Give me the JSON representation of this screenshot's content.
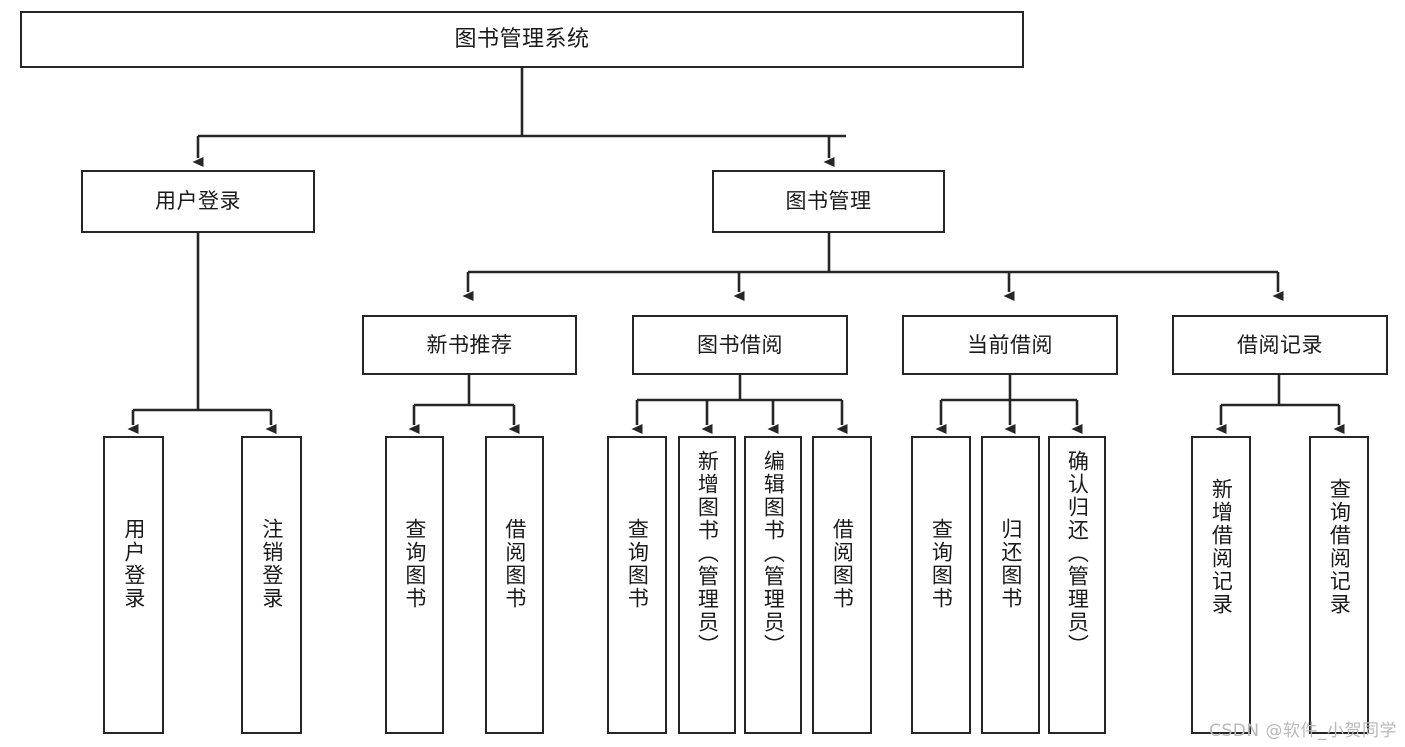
{
  "diagram": {
    "title": "图书管理系统",
    "type": "hierarchy-tree",
    "watermark": "CSDN @软件_小贺同学",
    "colors": {
      "node_border": "#262626",
      "node_fill": "#ffffff",
      "edge": "#262626",
      "text": "#1a1a1a",
      "watermark": "#b9b9b9",
      "background": "#ffffff"
    },
    "levels": [
      {
        "level": 1,
        "nodes": [
          {
            "id": "root",
            "label": "图书管理系统",
            "orientation": "horizontal"
          }
        ]
      },
      {
        "level": 2,
        "nodes": [
          {
            "id": "user-login",
            "label": "用户登录",
            "orientation": "horizontal",
            "parent": "root"
          },
          {
            "id": "book-manage",
            "label": "图书管理",
            "orientation": "horizontal",
            "parent": "root"
          }
        ]
      },
      {
        "level": 3,
        "nodes": [
          {
            "id": "new-book-rec",
            "label": "新书推荐",
            "orientation": "horizontal",
            "parent": "book-manage"
          },
          {
            "id": "book-borrow",
            "label": "图书借阅",
            "orientation": "horizontal",
            "parent": "book-manage"
          },
          {
            "id": "current-borrow",
            "label": "当前借阅",
            "orientation": "horizontal",
            "parent": "book-manage"
          },
          {
            "id": "borrow-record",
            "label": "借阅记录",
            "orientation": "horizontal",
            "parent": "book-manage"
          }
        ]
      },
      {
        "level": 4,
        "nodes": [
          {
            "id": "leaf-user-login",
            "label": "用户登录",
            "orientation": "vertical",
            "parent": "user-login"
          },
          {
            "id": "leaf-logout",
            "label": "注销登录",
            "orientation": "vertical",
            "parent": "user-login"
          },
          {
            "id": "leaf-rec-query",
            "label": "查询图书",
            "orientation": "vertical",
            "parent": "new-book-rec"
          },
          {
            "id": "leaf-rec-borrow",
            "label": "借阅图书",
            "orientation": "vertical",
            "parent": "new-book-rec"
          },
          {
            "id": "leaf-borrow-query",
            "label": "查询图书",
            "orientation": "vertical",
            "parent": "book-borrow"
          },
          {
            "id": "leaf-borrow-add",
            "label": "新增图书（管理员）",
            "orientation": "vertical",
            "parent": "book-borrow"
          },
          {
            "id": "leaf-borrow-edit",
            "label": "编辑图书（管理员）",
            "orientation": "vertical",
            "parent": "book-borrow"
          },
          {
            "id": "leaf-borrow-do",
            "label": "借阅图书",
            "orientation": "vertical",
            "parent": "book-borrow"
          },
          {
            "id": "leaf-current-query",
            "label": "查询图书",
            "orientation": "vertical",
            "parent": "current-borrow"
          },
          {
            "id": "leaf-current-return",
            "label": "归还图书",
            "orientation": "vertical",
            "parent": "current-borrow"
          },
          {
            "id": "leaf-current-confirm",
            "label": "确认归还（管理员）",
            "orientation": "vertical",
            "parent": "current-borrow"
          },
          {
            "id": "leaf-record-add",
            "label": "新增借阅记录",
            "orientation": "vertical",
            "parent": "borrow-record"
          },
          {
            "id": "leaf-record-query",
            "label": "查询借阅记录",
            "orientation": "vertical",
            "parent": "borrow-record"
          }
        ]
      }
    ]
  }
}
